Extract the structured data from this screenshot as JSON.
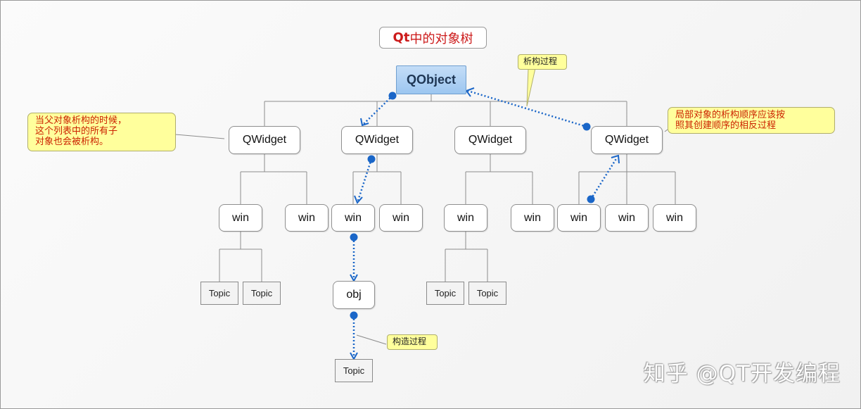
{
  "title": {
    "prefix": "Qt",
    "rest": " 中的对象树"
  },
  "root": {
    "label": "QObject"
  },
  "widgets": [
    {
      "label": "QWidget"
    },
    {
      "label": "QWidget"
    },
    {
      "label": "QWidget"
    },
    {
      "label": "QWidget"
    }
  ],
  "wins": [
    {
      "label": "win"
    },
    {
      "label": "win"
    },
    {
      "label": "win"
    },
    {
      "label": "win"
    },
    {
      "label": "win"
    },
    {
      "label": "win"
    },
    {
      "label": "win"
    },
    {
      "label": "win"
    },
    {
      "label": "win"
    }
  ],
  "topics": [
    {
      "label": "Topic"
    },
    {
      "label": "Topic"
    },
    {
      "label": "Topic"
    },
    {
      "label": "Topic"
    },
    {
      "label": "Topic"
    }
  ],
  "obj": {
    "label": "obj"
  },
  "callouts": {
    "destruct_process": "析构过程",
    "parent_destroy": "当父对象析构的时候，\n这个列表中的所有子\n对象也会被析构。",
    "local_order": "局部对象的析构顺序应该按\n照其创建顺序的相反过程",
    "construct_process": "构造过程"
  },
  "watermark": "知乎 @QT开发编程",
  "colors": {
    "arrow": "#1a66c8",
    "title": "#cc1a1a",
    "callout_bg": "#ffff9c",
    "callout_text": "#cc2200"
  }
}
